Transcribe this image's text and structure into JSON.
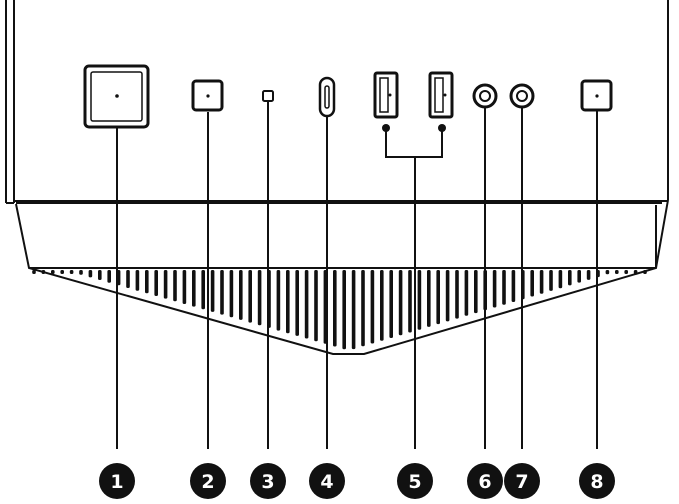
{
  "figure": {
    "callouts": [
      {
        "id": "1",
        "label": "1",
        "icon": "power-button"
      },
      {
        "id": "2",
        "label": "2",
        "icon": "reset-button"
      },
      {
        "id": "3",
        "label": "3",
        "icon": "status-led"
      },
      {
        "id": "4",
        "label": "4",
        "icon": "usb-type-c-port"
      },
      {
        "id": "5",
        "label": "5",
        "icon": "usb-type-a-ports"
      },
      {
        "id": "6",
        "label": "6",
        "icon": "audio-jack"
      },
      {
        "id": "7",
        "label": "7",
        "icon": "audio-jack"
      },
      {
        "id": "8",
        "label": "8",
        "icon": "led-control-button"
      }
    ],
    "colors": {
      "line": "#111111",
      "background": "#ffffff",
      "callout_fill": "#111111",
      "callout_text": "#ffffff"
    }
  }
}
